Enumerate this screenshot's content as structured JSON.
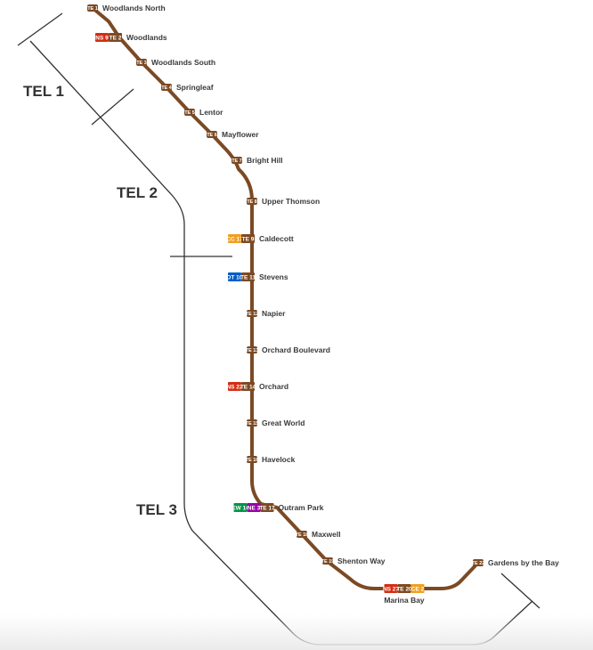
{
  "line_color": "#7b4a24",
  "bracket_color": "#333333",
  "colors": {
    "TE": "#7b4a24",
    "NS": "#d42e12",
    "CC": "#f0a024",
    "DT": "#005ec4",
    "EW": "#009645",
    "NE": "#9900aa",
    "CE": "#f0a024"
  },
  "stages": [
    {
      "id": "tel1",
      "label": "TEL 1"
    },
    {
      "id": "tel2",
      "label": "TEL 2"
    },
    {
      "id": "tel3",
      "label": "TEL 3"
    }
  ],
  "stations": [
    {
      "name": "Woodlands North",
      "codes": [
        {
          "line": "TE",
          "code": "TE 1"
        }
      ]
    },
    {
      "name": "Woodlands",
      "codes": [
        {
          "line": "NS",
          "code": "NS 9"
        },
        {
          "line": "TE",
          "code": "TE 2"
        }
      ]
    },
    {
      "name": "Woodlands South",
      "codes": [
        {
          "line": "TE",
          "code": "TE 3"
        }
      ]
    },
    {
      "name": "Springleaf",
      "codes": [
        {
          "line": "TE",
          "code": "TE 4"
        }
      ]
    },
    {
      "name": "Lentor",
      "codes": [
        {
          "line": "TE",
          "code": "TE 5"
        }
      ]
    },
    {
      "name": "Mayflower",
      "codes": [
        {
          "line": "TE",
          "code": "TE 6"
        }
      ]
    },
    {
      "name": "Bright Hill",
      "codes": [
        {
          "line": "TE",
          "code": "TE 7"
        }
      ]
    },
    {
      "name": "Upper Thomson",
      "codes": [
        {
          "line": "TE",
          "code": "TE 8"
        }
      ]
    },
    {
      "name": "Caldecott",
      "codes": [
        {
          "line": "CC",
          "code": "CC 17"
        },
        {
          "line": "TE",
          "code": "TE 9"
        }
      ]
    },
    {
      "name": "Stevens",
      "codes": [
        {
          "line": "DT",
          "code": "DT 10"
        },
        {
          "line": "TE",
          "code": "TE 11"
        }
      ]
    },
    {
      "name": "Napier",
      "codes": [
        {
          "line": "TE",
          "code": "TE 12"
        }
      ]
    },
    {
      "name": "Orchard Boulevard",
      "codes": [
        {
          "line": "TE",
          "code": "TE 13"
        }
      ]
    },
    {
      "name": "Orchard",
      "codes": [
        {
          "line": "NS",
          "code": "NS 22"
        },
        {
          "line": "TE",
          "code": "TE 14"
        }
      ]
    },
    {
      "name": "Great World",
      "codes": [
        {
          "line": "TE",
          "code": "TE 15"
        }
      ]
    },
    {
      "name": "Havelock",
      "codes": [
        {
          "line": "TE",
          "code": "TE 16"
        }
      ]
    },
    {
      "name": "Outram Park",
      "codes": [
        {
          "line": "EW",
          "code": "EW 16"
        },
        {
          "line": "NE",
          "code": "NE 3"
        },
        {
          "line": "TE",
          "code": "TE 17"
        }
      ]
    },
    {
      "name": "Maxwell",
      "codes": [
        {
          "line": "TE",
          "code": "TE 18"
        }
      ]
    },
    {
      "name": "Shenton Way",
      "codes": [
        {
          "line": "TE",
          "code": "TE 19"
        }
      ]
    },
    {
      "name": "Marina Bay",
      "codes": [
        {
          "line": "NS",
          "code": "NS 27"
        },
        {
          "line": "TE",
          "code": "TE 20"
        },
        {
          "line": "CE",
          "code": "CE 2"
        }
      ]
    },
    {
      "name": "Gardens by the Bay",
      "codes": [
        {
          "line": "TE",
          "code": "TE 22"
        }
      ]
    }
  ]
}
